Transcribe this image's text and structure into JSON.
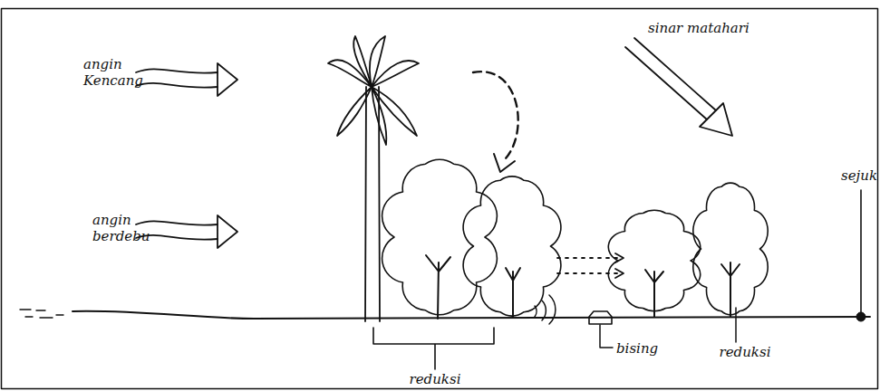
{
  "diagram": {
    "labels": [
      "angin Kencang",
      "angin berdebu",
      "sinar matahari",
      "sejuk",
      "reduksi",
      "bising",
      "reduksi"
    ]
  }
}
